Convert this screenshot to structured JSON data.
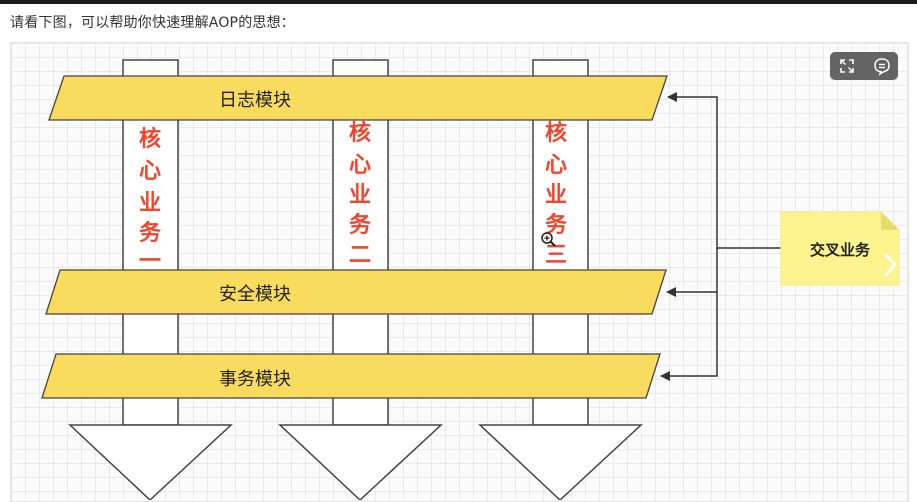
{
  "intro_text": "请看下图，可以帮助你快速理解AOP的思想：",
  "modules": [
    {
      "label": "日志模块"
    },
    {
      "label": "安全模块"
    },
    {
      "label": "事务模块"
    }
  ],
  "core_business": [
    {
      "chars": [
        "核",
        "心",
        "业",
        "务",
        "一"
      ]
    },
    {
      "chars": [
        "核",
        "心",
        "业",
        "务",
        "二"
      ]
    },
    {
      "chars": [
        "核",
        "心",
        "业",
        "务",
        "三"
      ]
    }
  ],
  "cross_cutting_note": "交叉业务",
  "toolbar": {
    "expand_icon": "expand-icon",
    "comment_icon": "comment-icon"
  },
  "colors": {
    "module_fill": "#f9db5e",
    "core_text": "#f0462d",
    "note_fill": "#fdf48e",
    "line": "#333333"
  }
}
